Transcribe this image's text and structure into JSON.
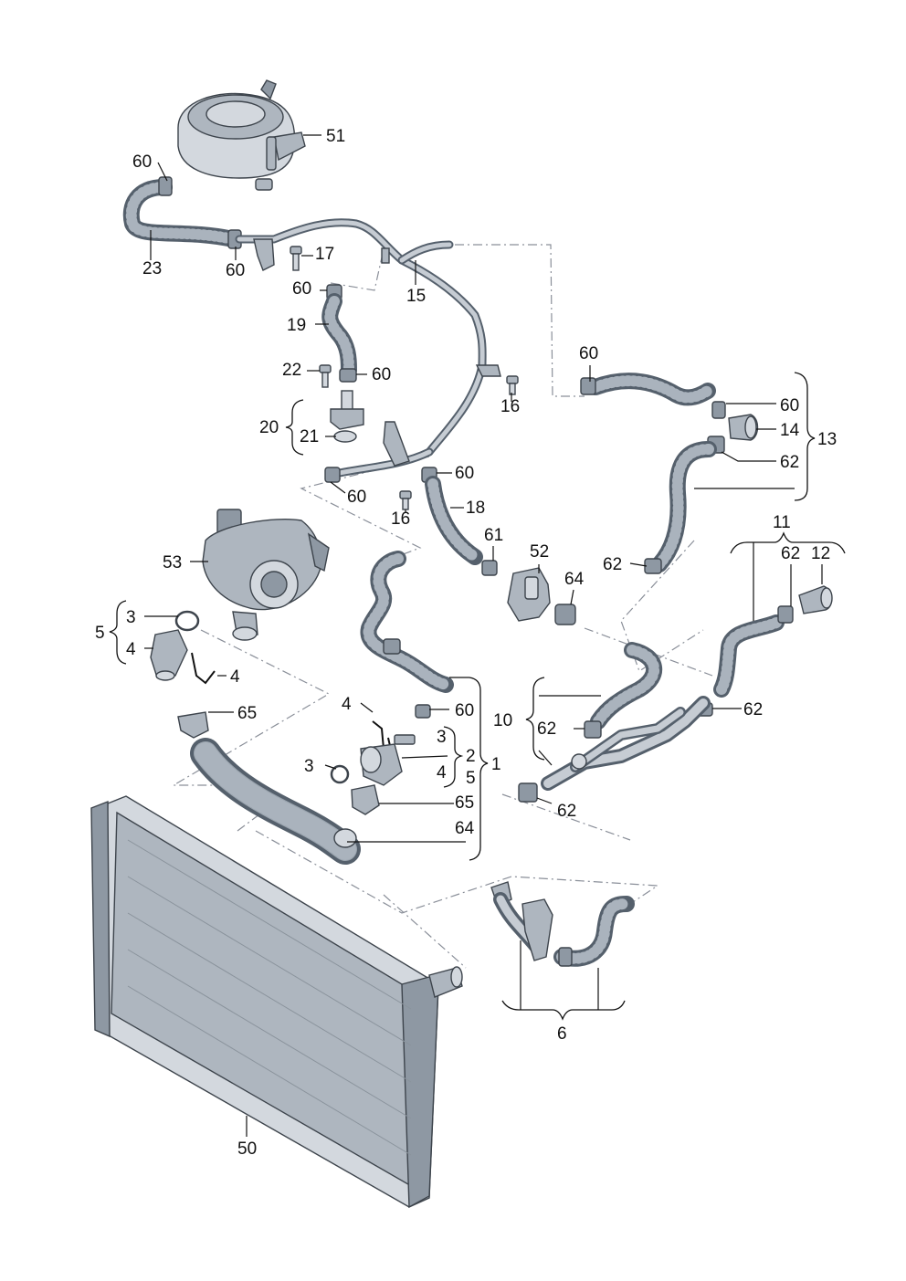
{
  "labels": {
    "l51": "51",
    "l60a": "60",
    "l23": "23",
    "l60b": "60",
    "l17": "17",
    "l15": "15",
    "l60c": "60",
    "l19": "19",
    "l22": "22",
    "l60d": "60",
    "l16a": "16",
    "l20": "20",
    "l21": "21",
    "l60e": "60",
    "l60f": "60",
    "l16b": "16",
    "l18": "18",
    "l60g": "60",
    "l14": "14",
    "l13": "13",
    "l62a": "62",
    "l62b": "62",
    "l61": "61",
    "l52": "52",
    "l64a": "64",
    "l53": "53",
    "l11": "11",
    "l62c": "62",
    "l12": "12",
    "l3a": "3",
    "l5a": "5",
    "l4a": "4",
    "l4b": "4",
    "l65a": "65",
    "l4c": "4",
    "l60h": "60",
    "l62d": "62",
    "l10": "10",
    "l62e": "62",
    "l3b": "3",
    "l2": "2",
    "l4d": "4",
    "l1": "1",
    "l3c": "3",
    "l5b": "5",
    "l65b": "65",
    "l64b": "64",
    "l62f": "62",
    "l6": "6",
    "l50": "50"
  },
  "colors": {
    "part_fill": "#aeb6bf",
    "outline": "#3d444c",
    "label_text": "#111111",
    "dash_line": "#8a8f99"
  }
}
